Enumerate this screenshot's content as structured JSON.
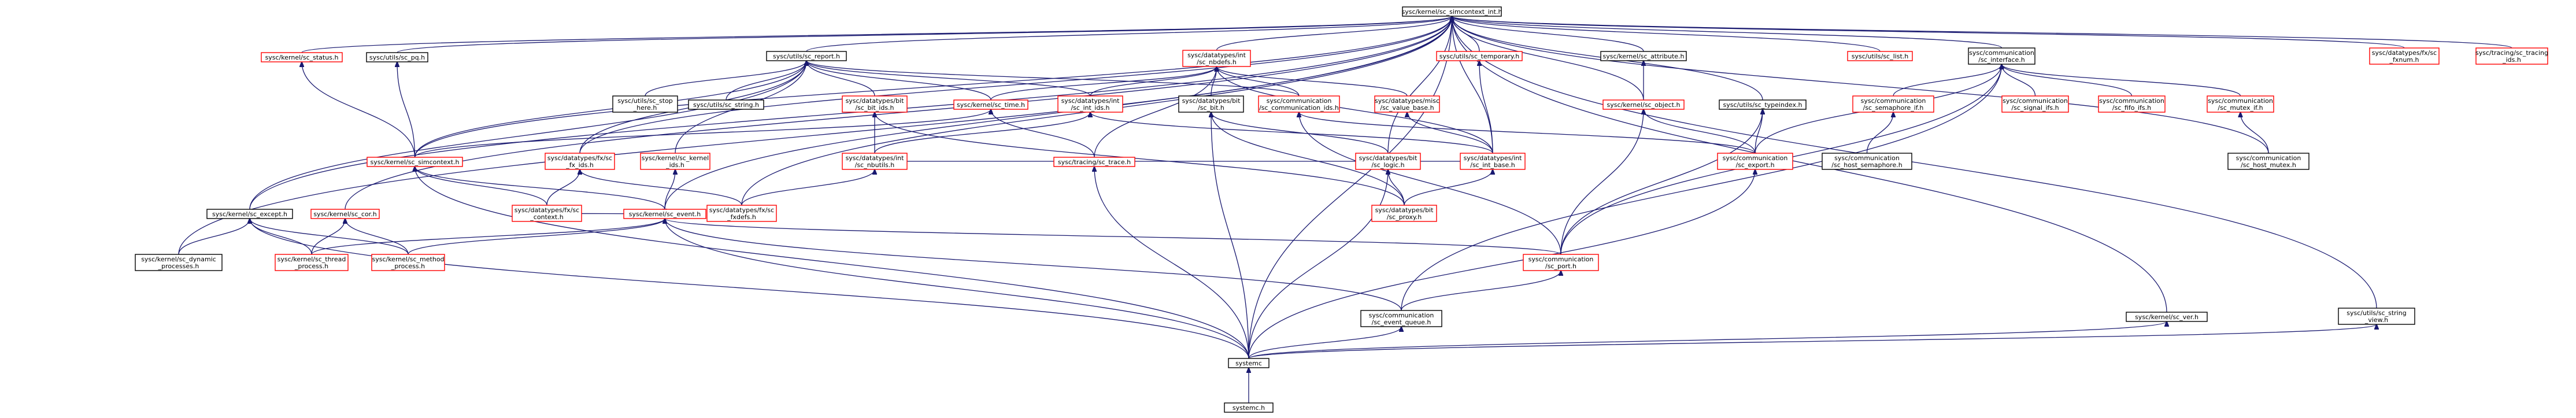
{
  "colors": {
    "background": "#ffffff",
    "edge": "#191970",
    "text": "#000000",
    "border_default": "#000000",
    "border_truncated": "#ff0000",
    "focus_fill": "#bfbfbf"
  },
  "nodes": [
    {
      "id": "sc_simcontext_int",
      "lines": [
        "sysc/kernel/sc_simcontext_int.h"
      ],
      "focus": true,
      "truncated": false
    },
    {
      "id": "sc_status",
      "lines": [
        "sysc/kernel/sc_status.h"
      ],
      "truncated": true
    },
    {
      "id": "sc_pq",
      "lines": [
        "sysc/utils/sc_pq.h"
      ],
      "truncated": false
    },
    {
      "id": "sc_report",
      "lines": [
        "sysc/utils/sc_report.h"
      ],
      "truncated": false
    },
    {
      "id": "sc_nbdefs",
      "lines": [
        "sysc/datatypes/int",
        "/sc_nbdefs.h"
      ],
      "truncated": true
    },
    {
      "id": "sc_temporary",
      "lines": [
        "sysc/utils/sc_temporary.h"
      ],
      "truncated": true
    },
    {
      "id": "sc_attribute",
      "lines": [
        "sysc/kernel/sc_attribute.h"
      ],
      "truncated": false
    },
    {
      "id": "sc_list",
      "lines": [
        "sysc/utils/sc_list.h"
      ],
      "truncated": true
    },
    {
      "id": "sc_interface",
      "lines": [
        "sysc/communication",
        "/sc_interface.h"
      ],
      "truncated": false
    },
    {
      "id": "sc_fxnum",
      "lines": [
        "sysc/datatypes/fx/sc",
        "_fxnum.h"
      ],
      "truncated": true
    },
    {
      "id": "sc_tracing_ids",
      "lines": [
        "sysc/tracing/sc_tracing",
        "_ids.h"
      ],
      "truncated": true
    },
    {
      "id": "sc_stop_here",
      "lines": [
        "sysc/utils/sc_stop",
        "_here.h"
      ],
      "truncated": false
    },
    {
      "id": "sc_string",
      "lines": [
        "sysc/utils/sc_string.h"
      ],
      "truncated": false
    },
    {
      "id": "sc_bit_ids",
      "lines": [
        "sysc/datatypes/bit",
        "/sc_bit_ids.h"
      ],
      "truncated": true
    },
    {
      "id": "sc_time",
      "lines": [
        "sysc/kernel/sc_time.h"
      ],
      "truncated": true
    },
    {
      "id": "sc_int_ids",
      "lines": [
        "sysc/datatypes/int",
        "/sc_int_ids.h"
      ],
      "truncated": true
    },
    {
      "id": "sc_bit",
      "lines": [
        "sysc/datatypes/bit",
        "/sc_bit.h"
      ],
      "truncated": false
    },
    {
      "id": "sc_communication_ids",
      "lines": [
        "sysc/communication",
        "/sc_communication_ids.h"
      ],
      "truncated": true
    },
    {
      "id": "sc_value_base",
      "lines": [
        "sysc/datatypes/misc",
        "/sc_value_base.h"
      ],
      "truncated": true
    },
    {
      "id": "sc_object",
      "lines": [
        "sysc/kernel/sc_object.h"
      ],
      "truncated": true
    },
    {
      "id": "sc_typeindex",
      "lines": [
        "sysc/utils/sc_typeindex.h"
      ],
      "truncated": false
    },
    {
      "id": "sc_semaphore_if",
      "lines": [
        "sysc/communication",
        "/sc_semaphore_if.h"
      ],
      "truncated": true
    },
    {
      "id": "sc_signal_ifs",
      "lines": [
        "sysc/communication",
        "/sc_signal_ifs.h"
      ],
      "truncated": true
    },
    {
      "id": "sc_fifo_ifs",
      "lines": [
        "sysc/communication",
        "/sc_fifo_ifs.h"
      ],
      "truncated": true
    },
    {
      "id": "sc_mutex_if",
      "lines": [
        "sysc/communication",
        "/sc_mutex_if.h"
      ],
      "truncated": true
    },
    {
      "id": "sc_simcontext",
      "lines": [
        "sysc/kernel/sc_simcontext.h"
      ],
      "truncated": true
    },
    {
      "id": "sc_fx_ids",
      "lines": [
        "sysc/datatypes/fx/sc",
        "_fx_ids.h"
      ],
      "truncated": true
    },
    {
      "id": "sc_kernel_ids",
      "lines": [
        "sysc/kernel/sc_kernel",
        "_ids.h"
      ],
      "truncated": true
    },
    {
      "id": "sc_trace",
      "lines": [
        "sysc/tracing/sc_trace.h"
      ],
      "truncated": true
    },
    {
      "id": "sc_nbutils",
      "lines": [
        "sysc/datatypes/int",
        "/sc_nbutils.h"
      ],
      "truncated": true
    },
    {
      "id": "sc_logic",
      "lines": [
        "sysc/datatypes/bit",
        "/sc_logic.h"
      ],
      "truncated": true
    },
    {
      "id": "sc_int_base",
      "lines": [
        "sysc/datatypes/int",
        "/sc_int_base.h"
      ],
      "truncated": true
    },
    {
      "id": "sc_export",
      "lines": [
        "sysc/communication",
        "/sc_export.h"
      ],
      "truncated": true
    },
    {
      "id": "sc_host_semaphore",
      "lines": [
        "sysc/communication",
        "/sc_host_semaphore.h"
      ],
      "truncated": false
    },
    {
      "id": "sc_host_mutex",
      "lines": [
        "sysc/communication",
        "/sc_host_mutex.h"
      ],
      "truncated": false
    },
    {
      "id": "sc_except",
      "lines": [
        "sysc/kernel/sc_except.h"
      ],
      "truncated": false
    },
    {
      "id": "sc_cor",
      "lines": [
        "sysc/kernel/sc_cor.h"
      ],
      "truncated": true
    },
    {
      "id": "sc_context",
      "lines": [
        "sysc/datatypes/fx/sc",
        "_context.h"
      ],
      "truncated": true
    },
    {
      "id": "sc_event",
      "lines": [
        "sysc/kernel/sc_event.h"
      ],
      "truncated": true
    },
    {
      "id": "sc_fxdefs",
      "lines": [
        "sysc/datatypes/fx/sc",
        "_fxdefs.h"
      ],
      "truncated": true
    },
    {
      "id": "sc_proxy",
      "lines": [
        "sysc/datatypes/bit",
        "/sc_proxy.h"
      ],
      "truncated": true
    },
    {
      "id": "sc_dynamic_processes",
      "lines": [
        "sysc/kernel/sc_dynamic",
        "_processes.h"
      ],
      "truncated": false
    },
    {
      "id": "sc_thread_process",
      "lines": [
        "sysc/kernel/sc_thread",
        "_process.h"
      ],
      "truncated": true
    },
    {
      "id": "sc_method_process",
      "lines": [
        "sysc/kernel/sc_method",
        "_process.h"
      ],
      "truncated": true
    },
    {
      "id": "sc_port",
      "lines": [
        "sysc/communication",
        "/sc_port.h"
      ],
      "truncated": true
    },
    {
      "id": "sc_event_queue",
      "lines": [
        "sysc/communication",
        "/sc_event_queue.h"
      ],
      "truncated": false
    },
    {
      "id": "sc_ver",
      "lines": [
        "sysc/kernel/sc_ver.h"
      ],
      "truncated": false
    },
    {
      "id": "sc_string_view",
      "lines": [
        "sysc/utils/sc_string",
        "_view.h"
      ],
      "truncated": false
    },
    {
      "id": "systemc",
      "lines": [
        "systemc"
      ],
      "truncated": false
    },
    {
      "id": "systemc_h",
      "lines": [
        "systemc.h"
      ],
      "truncated": false
    }
  ],
  "edges": [
    [
      "sc_status",
      "sc_simcontext_int"
    ],
    [
      "sc_pq",
      "sc_simcontext_int"
    ],
    [
      "sc_report",
      "sc_simcontext_int"
    ],
    [
      "sc_nbdefs",
      "sc_simcontext_int"
    ],
    [
      "sc_temporary",
      "sc_simcontext_int"
    ],
    [
      "sc_attribute",
      "sc_simcontext_int"
    ],
    [
      "sc_list",
      "sc_simcontext_int"
    ],
    [
      "sc_interface",
      "sc_simcontext_int"
    ],
    [
      "sc_fxnum",
      "sc_simcontext_int"
    ],
    [
      "sc_tracing_ids",
      "sc_simcontext_int"
    ],
    [
      "sc_except",
      "sc_simcontext_int"
    ],
    [
      "sc_cor",
      "sc_simcontext_int"
    ],
    [
      "sc_simcontext",
      "sc_simcontext_int"
    ],
    [
      "sc_dynamic_processes",
      "sc_simcontext_int"
    ],
    [
      "sc_typeindex",
      "sc_simcontext_int"
    ],
    [
      "sc_object",
      "sc_simcontext_int"
    ],
    [
      "sc_int_base",
      "sc_simcontext_int"
    ],
    [
      "sc_logic",
      "sc_simcontext_int"
    ],
    [
      "sc_event",
      "sc_simcontext_int"
    ],
    [
      "sc_host_mutex",
      "sc_simcontext_int"
    ],
    [
      "sc_ver",
      "sc_simcontext_int"
    ],
    [
      "sc_string_view",
      "sc_simcontext_int"
    ],
    [
      "systemc",
      "sc_simcontext_int"
    ],
    [
      "sc_fx_ids",
      "sc_simcontext_int"
    ],
    [
      "sc_fxdefs",
      "sc_simcontext_int"
    ],
    [
      "sc_simcontext",
      "sc_status"
    ],
    [
      "sc_simcontext",
      "sc_pq"
    ],
    [
      "sc_simcontext",
      "sc_report"
    ],
    [
      "sc_stop_here",
      "sc_report"
    ],
    [
      "sc_string",
      "sc_report"
    ],
    [
      "sc_bit_ids",
      "sc_report"
    ],
    [
      "sc_time",
      "sc_report"
    ],
    [
      "sc_int_ids",
      "sc_report"
    ],
    [
      "sc_fx_ids",
      "sc_report"
    ],
    [
      "sc_kernel_ids",
      "sc_report"
    ],
    [
      "sc_except",
      "sc_report"
    ],
    [
      "sc_communication_ids",
      "sc_report"
    ],
    [
      "sc_time",
      "sc_nbdefs"
    ],
    [
      "sc_int_ids",
      "sc_nbdefs"
    ],
    [
      "sc_bit",
      "sc_nbdefs"
    ],
    [
      "sc_communication_ids",
      "sc_nbdefs"
    ],
    [
      "sc_value_base",
      "sc_nbdefs"
    ],
    [
      "sc_trace",
      "sc_nbdefs"
    ],
    [
      "sc_int_base",
      "sc_nbdefs"
    ],
    [
      "sc_int_base",
      "sc_temporary"
    ],
    [
      "sc_object",
      "sc_attribute"
    ],
    [
      "sc_port",
      "sc_typeindex"
    ],
    [
      "sc_export",
      "sc_typeindex"
    ],
    [
      "sc_semaphore_if",
      "sc_interface"
    ],
    [
      "sc_signal_ifs",
      "sc_interface"
    ],
    [
      "sc_fifo_ifs",
      "sc_interface"
    ],
    [
      "sc_mutex_if",
      "sc_interface"
    ],
    [
      "sc_export",
      "sc_interface"
    ],
    [
      "sc_port",
      "sc_interface"
    ],
    [
      "sc_event_queue",
      "sc_interface"
    ],
    [
      "sc_host_semaphore",
      "sc_semaphore_if"
    ],
    [
      "sc_host_mutex",
      "sc_mutex_if"
    ],
    [
      "sc_nbutils",
      "sc_bit_ids"
    ],
    [
      "sc_proxy",
      "sc_bit_ids"
    ],
    [
      "sc_nbutils",
      "sc_int_ids"
    ],
    [
      "sc_int_base",
      "sc_int_ids"
    ],
    [
      "sc_simcontext",
      "sc_time"
    ],
    [
      "sc_trace",
      "sc_time"
    ],
    [
      "sc_logic",
      "sc_bit"
    ],
    [
      "sc_proxy",
      "sc_bit"
    ],
    [
      "systemc",
      "sc_bit"
    ],
    [
      "sc_port",
      "sc_communication_ids"
    ],
    [
      "sc_export",
      "sc_communication_ids"
    ],
    [
      "sc_int_base",
      "sc_value_base"
    ],
    [
      "sc_export",
      "sc_object"
    ],
    [
      "sc_port",
      "sc_object"
    ],
    [
      "sc_int_base",
      "sc_nbutils"
    ],
    [
      "sc_fxdefs",
      "sc_nbutils"
    ],
    [
      "sc_context",
      "sc_fx_ids"
    ],
    [
      "sc_fxdefs",
      "sc_fx_ids"
    ],
    [
      "sc_event",
      "sc_kernel_ids"
    ],
    [
      "sc_event",
      "sc_simcontext"
    ],
    [
      "sc_context",
      "sc_simcontext"
    ],
    [
      "systemc",
      "sc_simcontext"
    ],
    [
      "sc_proxy",
      "sc_logic"
    ],
    [
      "systemc",
      "sc_logic"
    ],
    [
      "sc_proxy",
      "sc_int_base"
    ],
    [
      "systemc",
      "sc_export"
    ],
    [
      "sc_context",
      "sc_event"
    ],
    [
      "sc_thread_process",
      "sc_event"
    ],
    [
      "sc_method_process",
      "sc_event"
    ],
    [
      "sc_port",
      "sc_event"
    ],
    [
      "sc_event_queue",
      "sc_event"
    ],
    [
      "systemc",
      "sc_event"
    ],
    [
      "sc_thread_process",
      "sc_cor"
    ],
    [
      "sc_method_process",
      "sc_cor"
    ],
    [
      "sc_dynamic_processes",
      "sc_except"
    ],
    [
      "sc_thread_process",
      "sc_except"
    ],
    [
      "sc_method_process",
      "sc_except"
    ],
    [
      "systemc",
      "sc_except"
    ],
    [
      "sc_event_queue",
      "sc_port"
    ],
    [
      "systemc",
      "sc_event_queue"
    ],
    [
      "systemc",
      "sc_trace"
    ],
    [
      "systemc",
      "sc_ver"
    ],
    [
      "systemc",
      "sc_string_view"
    ],
    [
      "systemc_h",
      "systemc"
    ]
  ]
}
